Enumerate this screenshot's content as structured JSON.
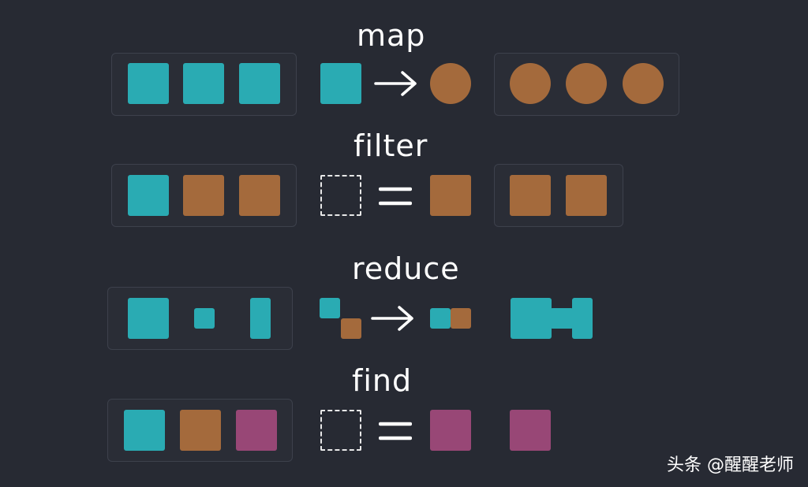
{
  "sections": {
    "map": {
      "title": "map"
    },
    "filter": {
      "title": "filter"
    },
    "reduce": {
      "title": "reduce"
    },
    "find": {
      "title": "find"
    }
  },
  "colors": {
    "background": "#272a33",
    "teal": "#2aabb3",
    "brown": "#a46a3c",
    "purple": "#984776",
    "white": "#ffffff"
  },
  "watermark": "头条 @醒醒老师"
}
